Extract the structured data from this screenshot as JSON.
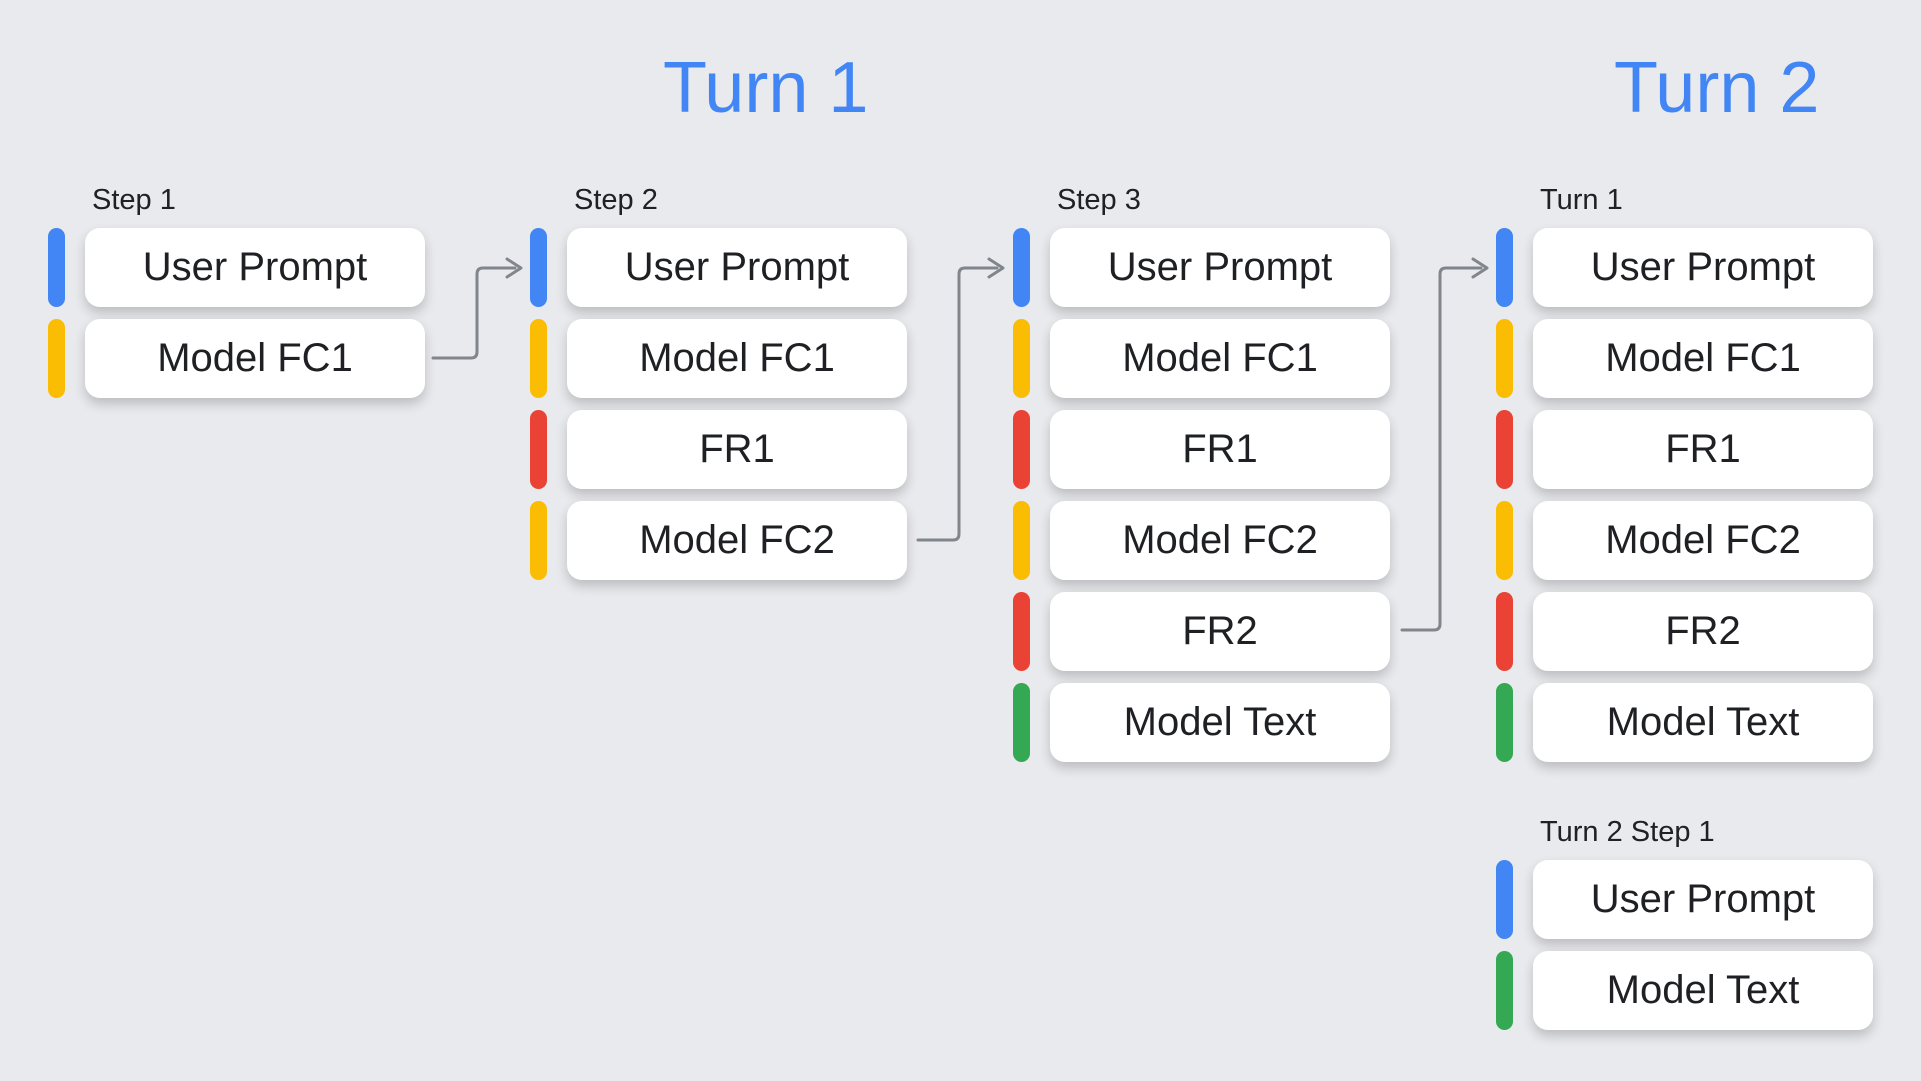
{
  "titles": {
    "turn1": "Turn 1",
    "turn2": "Turn 2"
  },
  "colors": {
    "background": "#E9EAED",
    "title": "#4285F4",
    "label": "#202124",
    "box_text": "#1F2023",
    "box_bg": "#FFFFFF",
    "arrow": "#80868B",
    "blue": "#4285F4",
    "yellow": "#FBBC04",
    "red": "#EA4335",
    "green": "#34A853"
  },
  "columns": [
    {
      "id": "step1",
      "label": "Step 1",
      "blocks": [
        {
          "type": "user-prompt",
          "text": "User Prompt",
          "color_key": "blue"
        },
        {
          "type": "model-fc1",
          "text": "Model FC1",
          "color_key": "yellow"
        }
      ]
    },
    {
      "id": "step2",
      "label": "Step 2",
      "blocks": [
        {
          "type": "user-prompt",
          "text": "User Prompt",
          "color_key": "blue"
        },
        {
          "type": "model-fc1",
          "text": "Model FC1",
          "color_key": "yellow"
        },
        {
          "type": "fr1",
          "text": "FR1",
          "color_key": "red"
        },
        {
          "type": "model-fc2",
          "text": "Model FC2",
          "color_key": "yellow"
        }
      ]
    },
    {
      "id": "step3",
      "label": "Step 3",
      "blocks": [
        {
          "type": "user-prompt",
          "text": "User Prompt",
          "color_key": "blue"
        },
        {
          "type": "model-fc1",
          "text": "Model FC1",
          "color_key": "yellow"
        },
        {
          "type": "fr1",
          "text": "FR1",
          "color_key": "red"
        },
        {
          "type": "model-fc2",
          "text": "Model FC2",
          "color_key": "yellow"
        },
        {
          "type": "fr2",
          "text": "FR2",
          "color_key": "red"
        },
        {
          "type": "model-text",
          "text": "Model Text",
          "color_key": "green"
        }
      ]
    },
    {
      "id": "turn1",
      "label": "Turn 1",
      "blocks": [
        {
          "type": "user-prompt",
          "text": "User Prompt",
          "color_key": "blue"
        },
        {
          "type": "model-fc1",
          "text": "Model FC1",
          "color_key": "yellow"
        },
        {
          "type": "fr1",
          "text": "FR1",
          "color_key": "red"
        },
        {
          "type": "model-fc2",
          "text": "Model FC2",
          "color_key": "yellow"
        },
        {
          "type": "fr2",
          "text": "FR2",
          "color_key": "red"
        },
        {
          "type": "model-text",
          "text": "Model Text",
          "color_key": "green"
        }
      ]
    },
    {
      "id": "turn2-step1",
      "label": "Turn 2 Step 1",
      "blocks": [
        {
          "type": "user-prompt",
          "text": "User Prompt",
          "color_key": "blue"
        },
        {
          "type": "model-text",
          "text": "Model Text",
          "color_key": "green"
        }
      ]
    }
  ],
  "arrows": [
    {
      "from": "step1.model-fc1",
      "to": "step2.user-prompt"
    },
    {
      "from": "step2.model-fc2",
      "to": "step3.user-prompt"
    },
    {
      "from": "step3.fr2",
      "to": "turn1.user-prompt"
    }
  ]
}
